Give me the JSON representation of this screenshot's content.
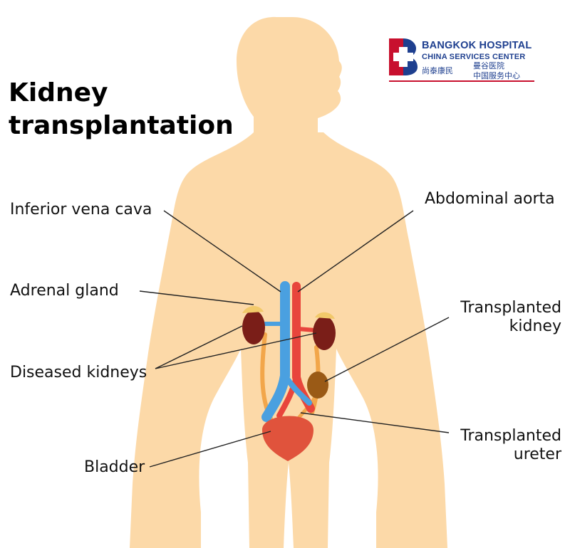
{
  "title": {
    "line1": "Kidney",
    "line2": "transplantation"
  },
  "logo": {
    "name_en": "BANGKOK HOSPITAL",
    "center_en": "CHINA SERVICES CENTER",
    "name_zh": "尚泰康民",
    "center_zh_line1": "曼谷医院",
    "center_zh_line2": "中国服务中心",
    "brand_blue": "#1e3f8f",
    "brand_red": "#c8102e"
  },
  "labels": {
    "inferior_vena_cava": "Inferior vena cava",
    "abdominal_aorta": "Abdominal aorta",
    "adrenal_gland": "Adrenal gland",
    "transplanted_kidney_line1": "Transplanted",
    "transplanted_kidney_line2": "kidney",
    "diseased_kidneys": "Diseased kidneys",
    "transplanted_ureter_line1": "Transplanted",
    "transplanted_ureter_line2": "ureter",
    "bladder": "Bladder"
  },
  "colors": {
    "skin": "#fcd9a8",
    "vein": "#4aa0e0",
    "artery": "#e8453c",
    "kidney_diseased": "#7a1e18",
    "kidney_transplanted": "#9a5a16",
    "ureter": "#f2a64a",
    "bladder": "#e0533c"
  }
}
